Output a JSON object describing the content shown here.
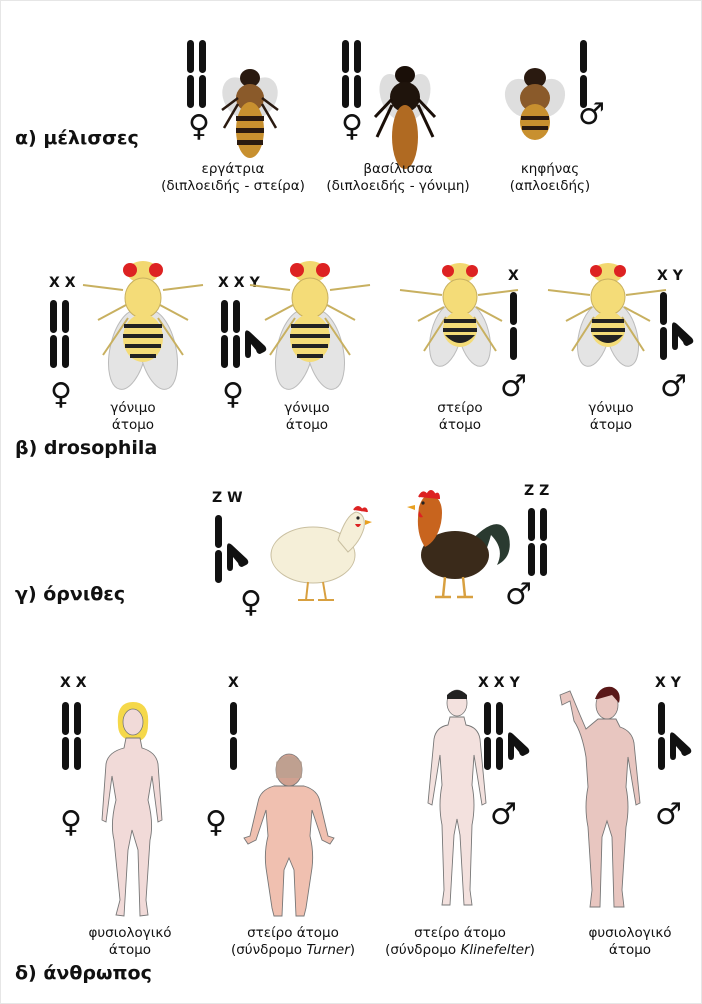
{
  "sections": {
    "bees": {
      "label": "α) μέλισσες",
      "worker": {
        "line1": "εργάτρια",
        "line2": "(διπλοειδής - στείρα)"
      },
      "queen": {
        "line1": "βασίλισσα",
        "line2": "(διπλοειδής - γόνιμη)"
      },
      "drone": {
        "line1": "κηφήνας",
        "line2": "(απλοειδής)"
      }
    },
    "drosophila": {
      "label": "β) drosophila",
      "fly1": {
        "chromosomes": "XX",
        "line1": "γόνιμο",
        "line2": "άτομο"
      },
      "fly2": {
        "chromosomes": "XXY",
        "line1": "γόνιμο",
        "line2": "άτομο"
      },
      "fly3": {
        "chromosomes": "X",
        "line1": "στείρο",
        "line2": "άτομο"
      },
      "fly4": {
        "chromosomes": "XY",
        "line1": "γόνιμο",
        "line2": "άτομο"
      }
    },
    "birds": {
      "label": "γ) όρνιθες",
      "hen": {
        "chromosomes": "ZW"
      },
      "rooster": {
        "chromosomes": "ZZ"
      }
    },
    "humans": {
      "label": "δ) άνθρωπος",
      "person1": {
        "chromosomes": "XX",
        "line1": "φυσιολογικό",
        "line2": "άτομο"
      },
      "person2": {
        "chromosomes": "X",
        "line1": "στείρο άτομο",
        "line2_pre": "(σύνδρομο ",
        "line2_em": "Turner",
        "line2_post": ")"
      },
      "person3": {
        "chromosomes": "XXY",
        "line1": "στείρο άτομο",
        "line2_pre": "(σύνδρομο ",
        "line2_em": "Klinefelter",
        "line2_post": ")"
      },
      "person4": {
        "chromosomes": "XY",
        "line1": "φυσιολογικό",
        "line2": "άτομο"
      }
    }
  },
  "symbols": {
    "female": "♀",
    "male": "♂"
  }
}
